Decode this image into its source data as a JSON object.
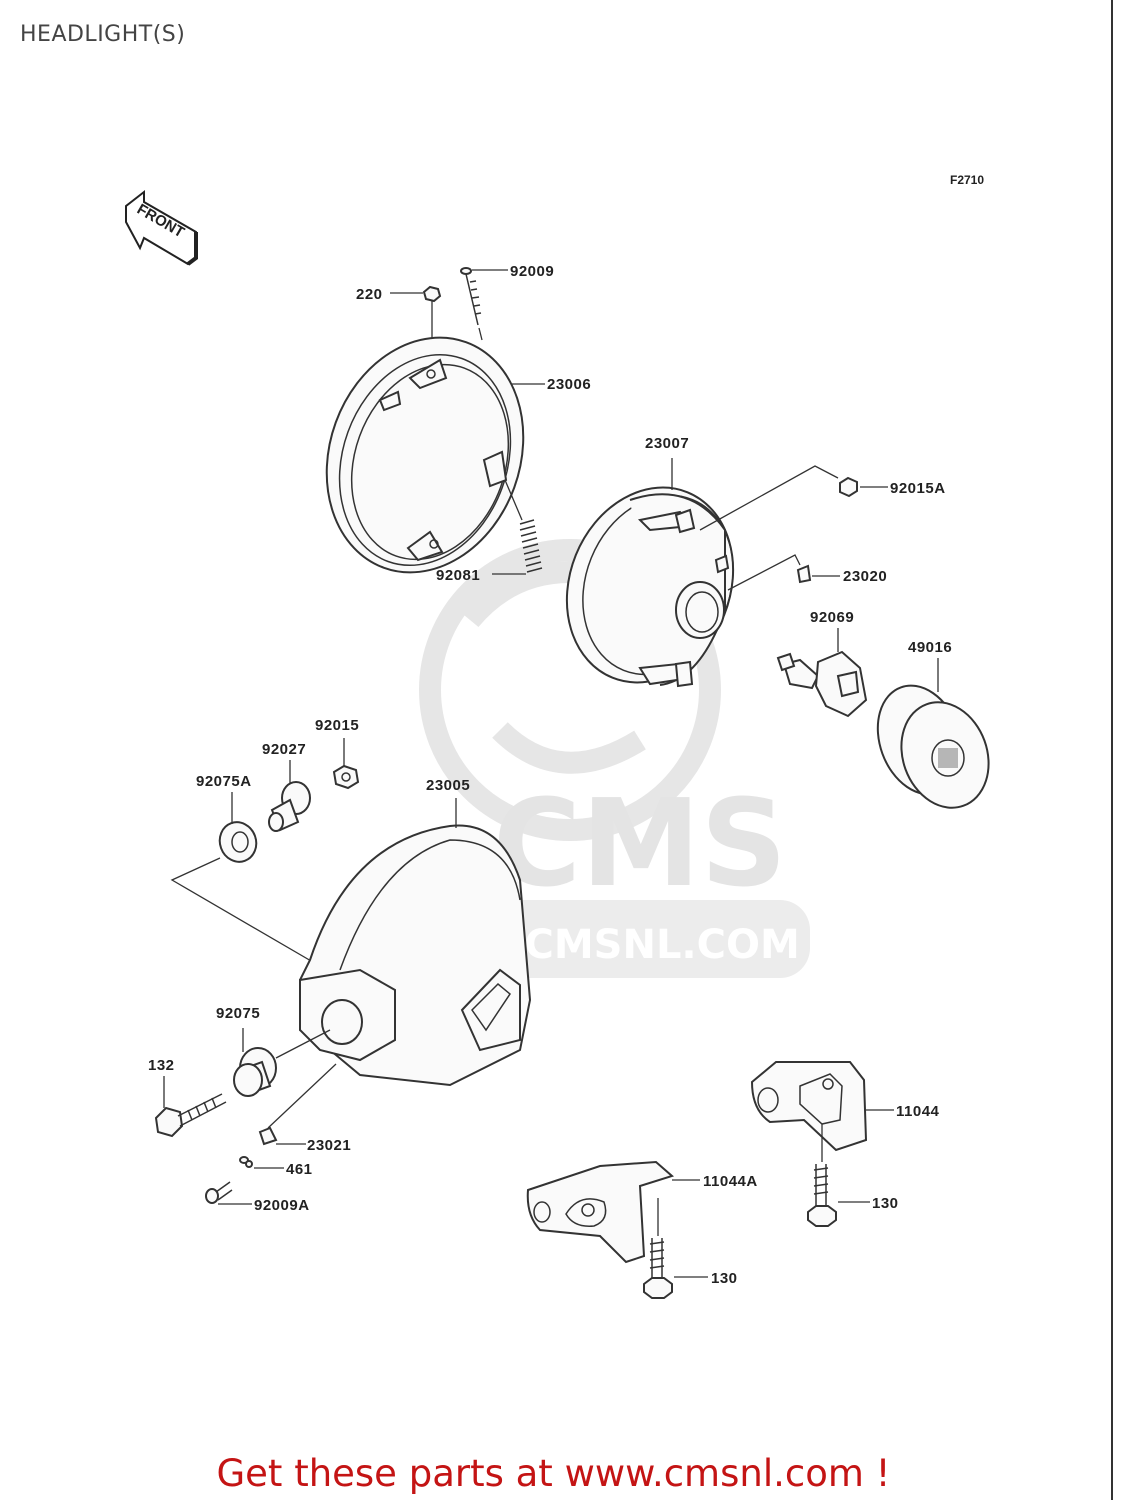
{
  "title": "HEADLIGHT(S)",
  "figure_code": "F2710",
  "front_marker": "FRONT",
  "watermark": {
    "brand": "CMS",
    "url": "WWW.CMSNL.COM"
  },
  "footer": "Get these parts at www.cmsnl.com !",
  "colors": {
    "footer": "#c41414",
    "watermark": "#e4e4e4",
    "line": "#333333"
  },
  "parts": {
    "p220": "220",
    "p92009": "92009",
    "p23006": "23006",
    "p23007": "23007",
    "p92015A": "92015A",
    "p23020": "23020",
    "p92081": "92081",
    "p92069": "92069",
    "p49016": "49016",
    "p92015": "92015",
    "p92027": "92027",
    "p92075A": "92075A",
    "p23005": "23005",
    "p92075": "92075",
    "p132": "132",
    "p23021": "23021",
    "p461": "461",
    "p92009A": "92009A",
    "p11044": "11044",
    "p11044A": "11044A",
    "p130a": "130",
    "p130b": "130"
  }
}
